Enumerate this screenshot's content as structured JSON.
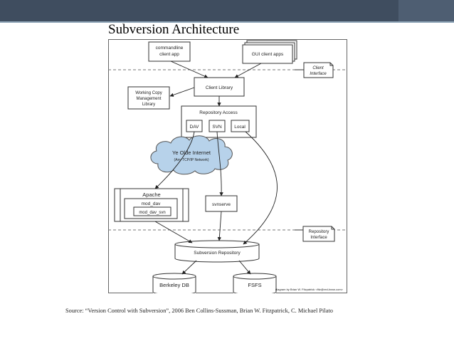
{
  "slide": {
    "title": "Subversion Architecture",
    "source": "Source: “Version Control with Subversion”, 2006 Ben Collins-Sussman, Brian W. Fitzpatrick, C. Michael Pilato",
    "colors": {
      "bar_dark": "#3f4d5f",
      "bar_slate": "#4e5e72",
      "bar_stripe": "#8fa5b8",
      "cloud": "#b7d2ea"
    }
  },
  "diagram": {
    "client_layer": {
      "commandline": [
        "commandline",
        "client app"
      ],
      "gui": "GUI client apps",
      "client_interface": [
        "Client",
        "Interface"
      ]
    },
    "client_library": "Client Library",
    "working_copy": [
      "Working Copy",
      "Management",
      "Library"
    ],
    "repository_access": {
      "title": "Repository Access",
      "dav": "DAV",
      "svn": "SVN",
      "local": "Local"
    },
    "internet": {
      "title": "Ye Olde Internet",
      "subtitle": "(Any TCP/IP Network)"
    },
    "apache": {
      "title": "Apache",
      "mod_dav": "mod_dav",
      "mod_dav_svn": "mod_dav_svn"
    },
    "svnserve": "svnserve",
    "repository_interface": [
      "Repository",
      "Interface"
    ],
    "subversion_repository": "Subversion Repository",
    "berkeley": "Berkeley DB",
    "fsfs": "FSFS",
    "credit": "diagram by Brian W. Fitzpatrick <fitz@red-bean.com>"
  }
}
